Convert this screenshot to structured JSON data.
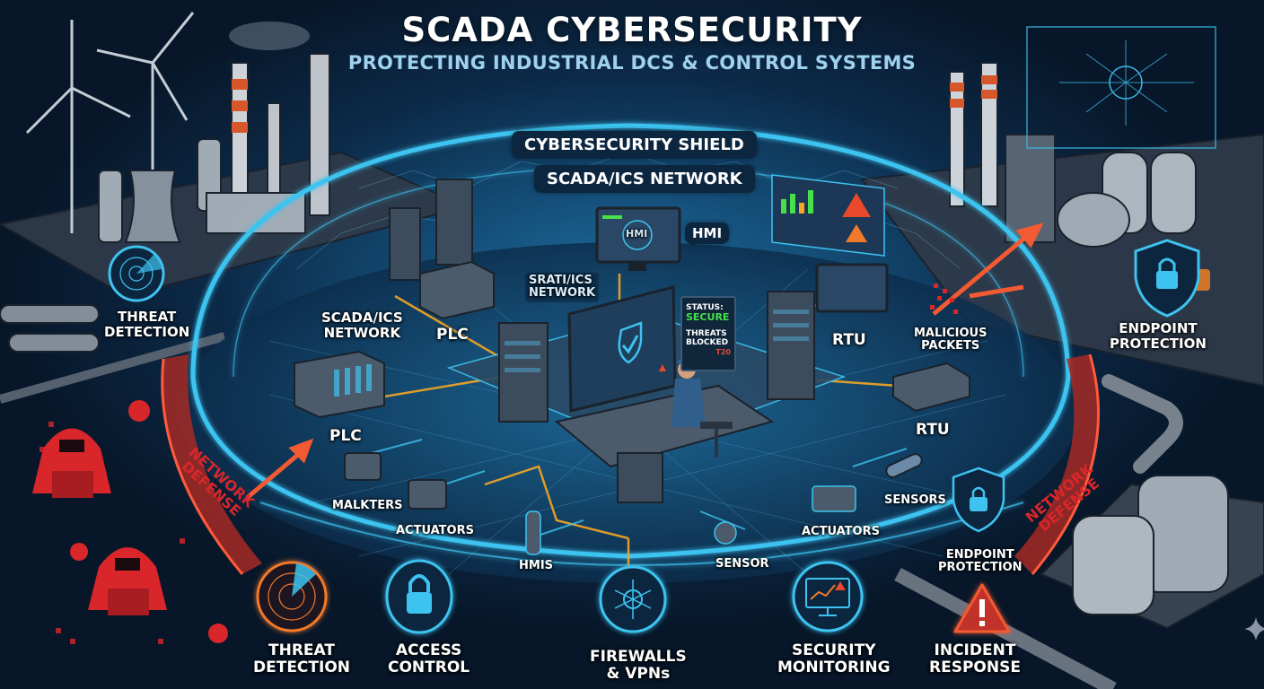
{
  "header": {
    "title": "SCADA CYBERSECURITY",
    "subtitle": "PROTECTING INDUSTRIAL DCS & CONTROL SYSTEMS"
  },
  "shield": {
    "title_pill": "CYBERSECURITY SHIELD",
    "network_pill": "SCADA/ICS NETWORK"
  },
  "center": {
    "hmi_label": "HMI",
    "hmi_screen_text": "HMI",
    "network_label_line1": "SRATI/ICS",
    "network_label_line2": "NETWORK",
    "status_panel": {
      "status_label": "STATUS:",
      "status_value": "SECURE",
      "threats_line1": "THREATS",
      "threats_line2": "BLOCKED",
      "threats_count": "T20"
    }
  },
  "devices": {
    "plc_top": "PLC",
    "plc_bottom": "PLC",
    "scada_network_line1": "SCADA/ICS",
    "scada_network_line2": "NETWORK",
    "rtu_top": "RTU",
    "rtu_bottom": "RTU",
    "malkters": "MALKTERS",
    "actuators_left": "ACTUATORS",
    "hmis": "HMIS",
    "sensor": "SENSOR",
    "actuators_right": "ACTUATORS",
    "sensors": "SENSORS"
  },
  "threats": {
    "malicious_line1": "MALICIOUS",
    "malicious_line2": "PACKETS",
    "network_defense_left_line1": "NETWORK",
    "network_defense_left_line2": "DEFENSE",
    "network_defense_right_line1": "NETWORK",
    "network_defense_right_line2": "DEFENSE"
  },
  "side_features": {
    "threat_detection_top_line1": "THREAT",
    "threat_detection_top_line2": "DETECTION",
    "endpoint_top_line1": "ENDPOINT",
    "endpoint_top_line2": "PROTECTION",
    "endpoint_mid_line1": "ENDPOINT",
    "endpoint_mid_line2": "PROTECTION"
  },
  "bottom_features": [
    {
      "line1": "THREAT",
      "line2": "DETECTION",
      "icon": "radar-icon",
      "color": "#f07a2a"
    },
    {
      "line1": "ACCESS",
      "line2": "CONTROL",
      "icon": "padlock-icon",
      "color": "#3ec3f0"
    },
    {
      "line1": "FIREWALLS",
      "line2": "& VPNs",
      "icon": "network-globe-icon",
      "color": "#3ec3f0"
    },
    {
      "line1": "SECURITY",
      "line2": "MONITORING",
      "icon": "monitor-chart-icon",
      "color": "#3ec3f0"
    },
    {
      "line1": "INCIDENT",
      "line2": "RESPONSE",
      "icon": "warning-triangle-icon",
      "color": "#e8482c"
    }
  ],
  "colors": {
    "shield_glow": "#3ec3f0",
    "threat_red": "#d8262a",
    "orange_link": "#f5a623",
    "secure_green": "#45e04a",
    "background": "#0a1a2e"
  }
}
